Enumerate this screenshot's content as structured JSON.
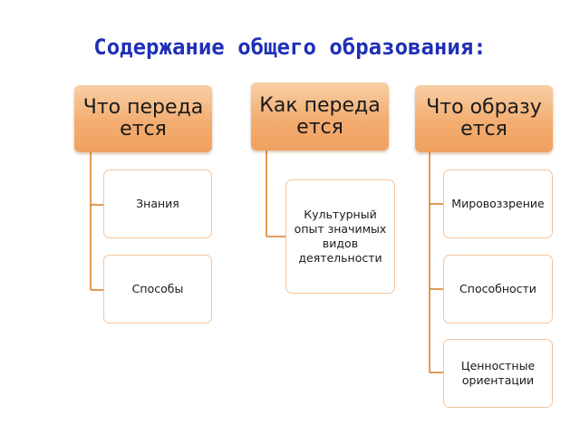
{
  "title": "Содержание общего образования:",
  "colors": {
    "title": "#1f2fb8",
    "header_fill": "#f3ad70",
    "box_border": "#f4c49a",
    "connector": "#d9822b"
  },
  "columns": [
    {
      "header": "Что передается",
      "items": [
        "Знания",
        "Способы"
      ]
    },
    {
      "header": "Как передается",
      "items": [
        "Культурный опыт значимых видов деятельности"
      ]
    },
    {
      "header": "Что образуется",
      "items": [
        "Мировоззрение",
        "Способности",
        "Ценностные ориентации"
      ]
    }
  ]
}
